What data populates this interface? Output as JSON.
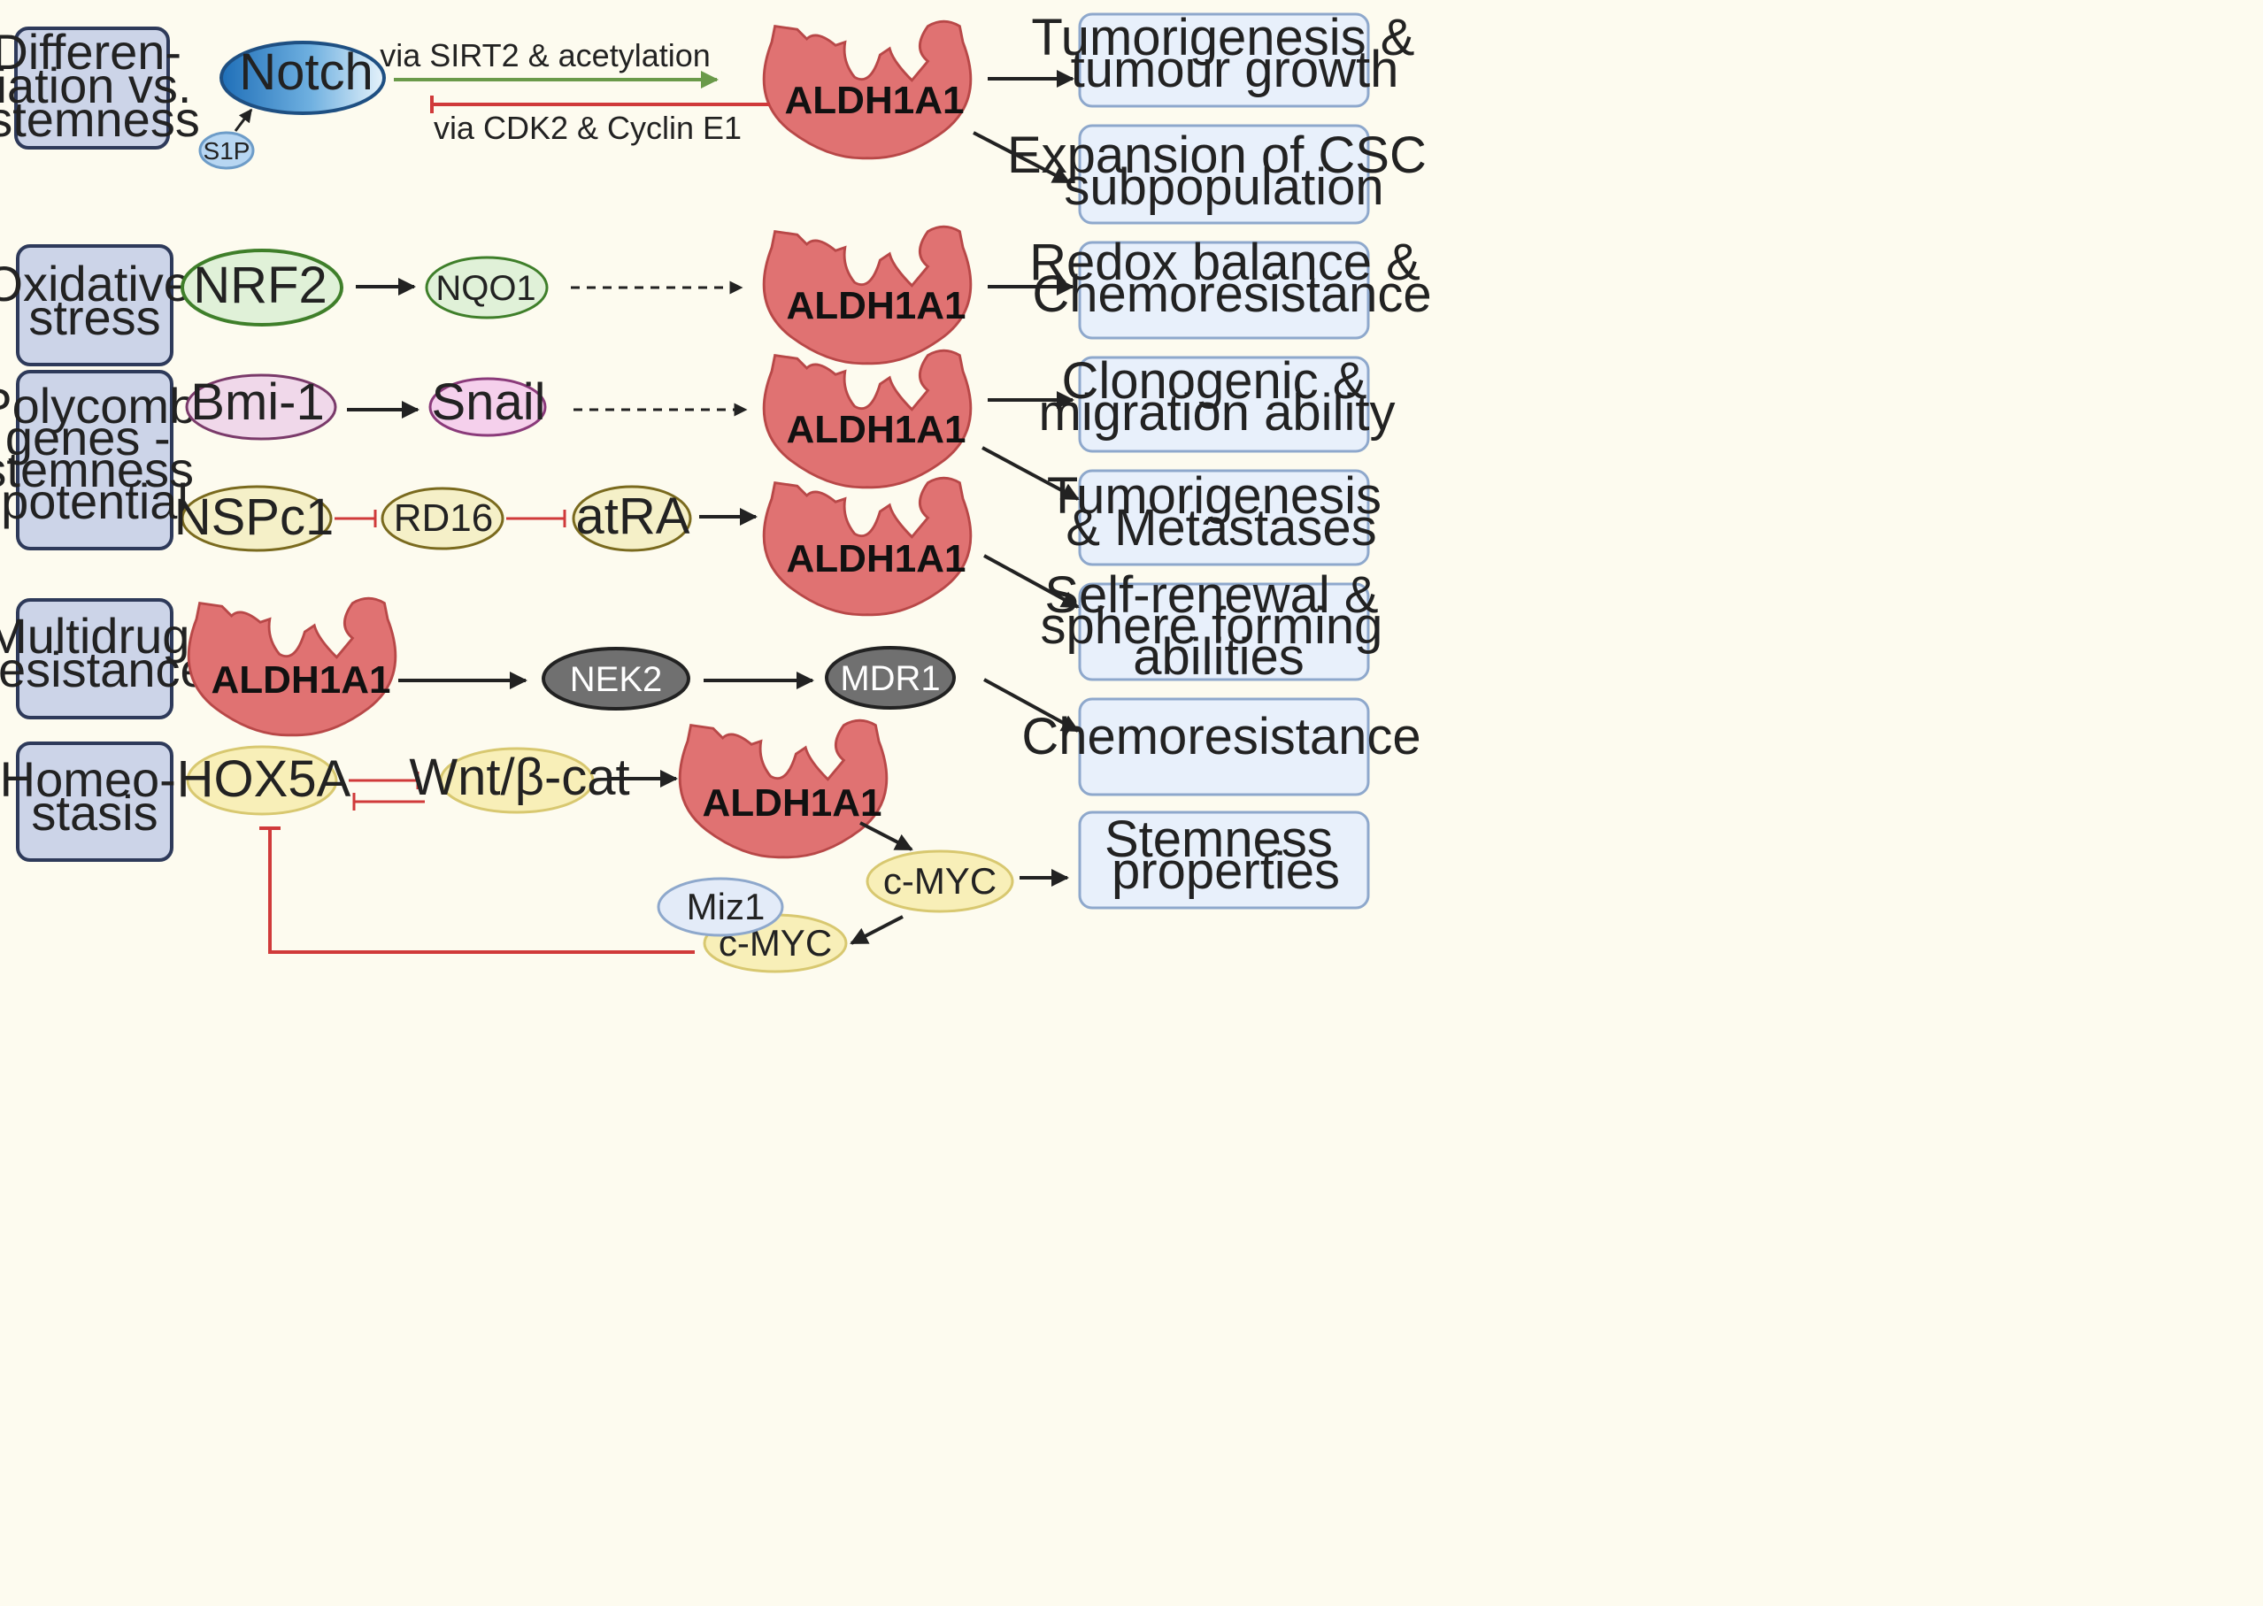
{
  "categories": {
    "differentiation": [
      "Differen-",
      "tiation vs.",
      "stemness"
    ],
    "oxidative": [
      "Oxidative",
      "stress"
    ],
    "polycomb": [
      "Polycomb",
      "genes -",
      "stemness",
      "potential"
    ],
    "multidrug": [
      "Multidrug",
      "resistance"
    ],
    "homeostasis": [
      "Homeo-",
      "stasis"
    ]
  },
  "molecules": {
    "notch": "Notch",
    "s1p": "S1P",
    "nrf2": "NRF2",
    "nqo1": "NQO1",
    "bmi1": "Bmi-1",
    "snail": "Snail",
    "nspc1": "NSPc1",
    "rd16": "RD16",
    "atra": "atRA",
    "nek2": "NEK2",
    "mdr1": "MDR1",
    "hox5a": "HOX5A",
    "wnt": "Wnt/β-cat",
    "cmyc1": "c-MYC",
    "cmyc2": "c-MYC",
    "miz1": "Miz1"
  },
  "aldh_label": "ALDH1A1",
  "annotations": {
    "sirt2": "via SIRT2 & acetylation",
    "cdk2": "via CDK2 & Cyclin E1"
  },
  "outcomes": {
    "tumorigenesis_growth": [
      "Tumorigenesis &",
      "tumour growth"
    ],
    "csc": [
      "Expansion of CSC",
      "subpopulation"
    ],
    "redox": [
      "Redox balance &",
      "Chemoresistance"
    ],
    "clonogenic": [
      "Clonogenic &",
      "migration ability"
    ],
    "tumorigenesis_metastases": [
      "Tumorigenesis",
      "& Metastases"
    ],
    "selfrenewal": [
      "Self-renewal &",
      "sphere forming",
      "abilities"
    ],
    "chemoresistance": [
      "Chemoresistance"
    ],
    "stemness": [
      "Stemness",
      "properties"
    ]
  },
  "colors": {
    "activation_arrow": "#222222",
    "inhibition": "#d03a3a",
    "green_arrow": "#6a9a4a",
    "aldh_fill": "#e07272",
    "category_fill": "#ccd4e8",
    "outcome_fill": "#e8f0fb"
  }
}
